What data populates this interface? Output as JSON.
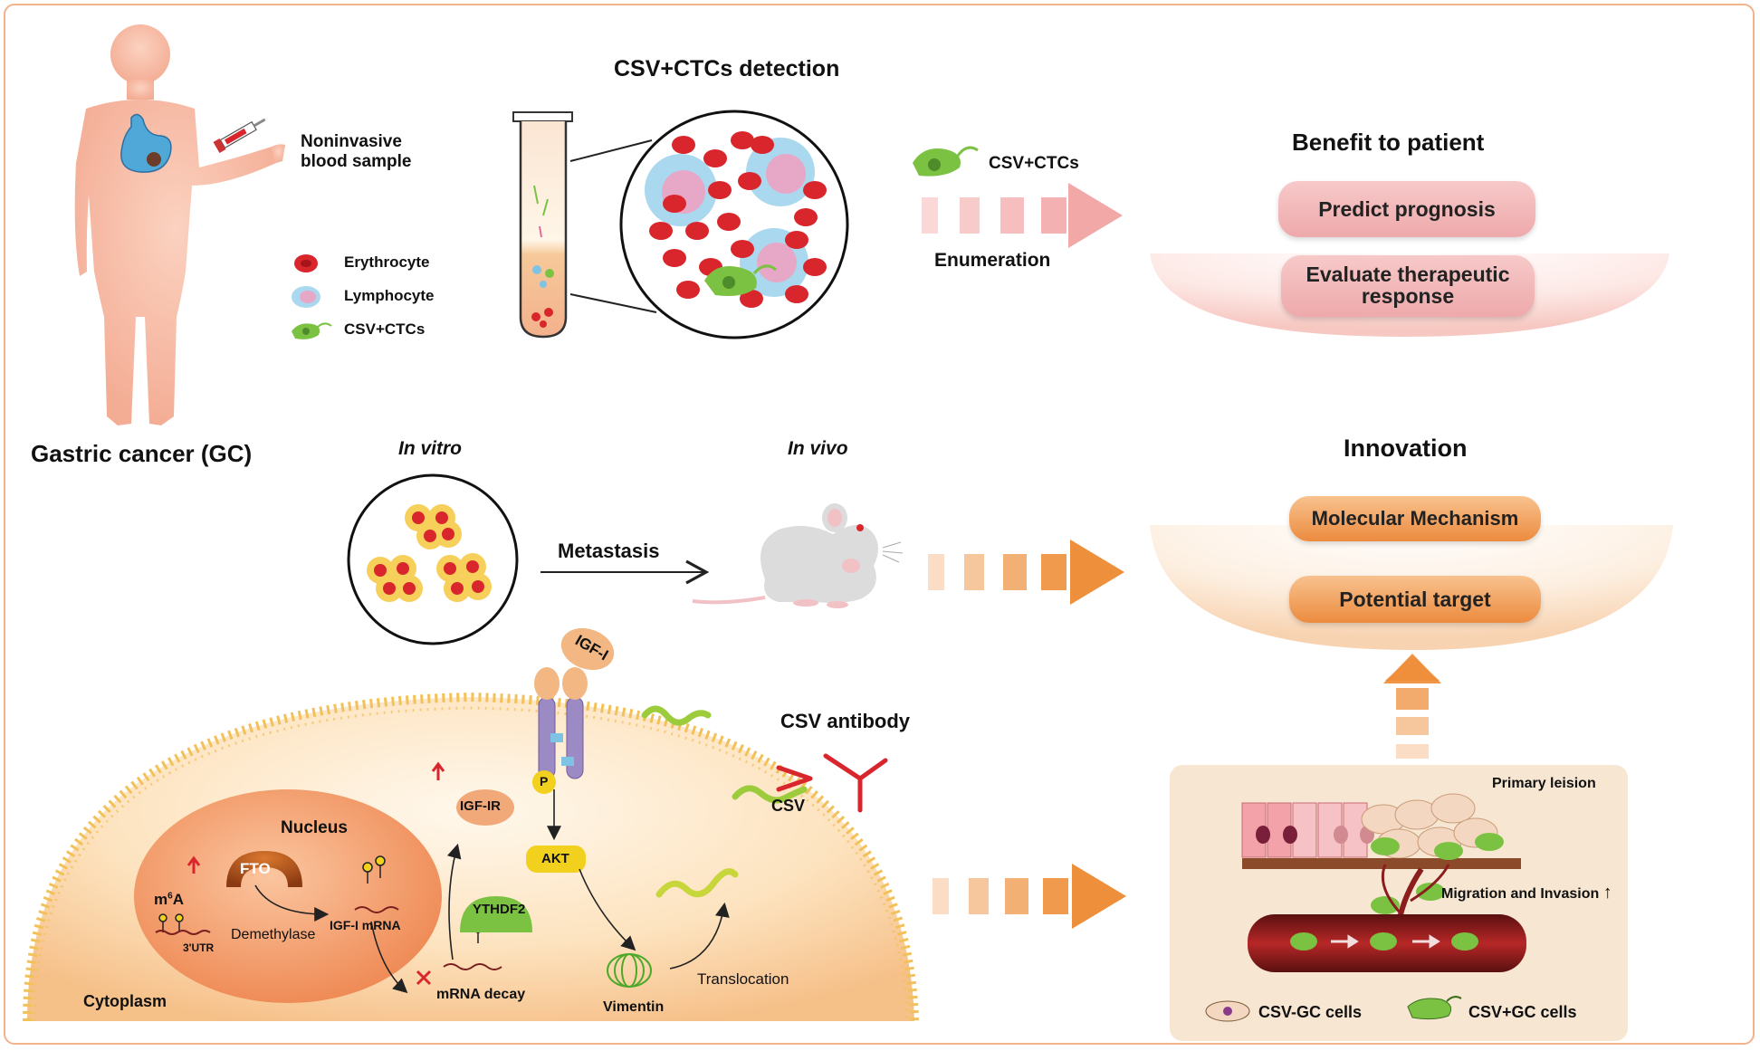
{
  "top": {
    "patient_label": "Gastric cancer (GC)",
    "blood_sample": [
      "Noninvasive",
      "blood sample"
    ],
    "legend": [
      {
        "name": "erythrocyte",
        "label": "Erythrocyte"
      },
      {
        "name": "lymphocyte",
        "label": "Lymphocyte"
      },
      {
        "name": "csv-ctc",
        "label": "CSV+CTCs"
      }
    ],
    "detection_title": "CSV+CTCs detection",
    "ctc_label": "CSV+CTCs",
    "enumeration_label": "Enumeration"
  },
  "benefit": {
    "title": "Benefit to patient",
    "items": [
      "Predict prognosis",
      "Evaluate therapeutic response"
    ]
  },
  "middle": {
    "in_vitro": "In vitro",
    "in_vivo": "In vivo",
    "metastasis": "Metastasis"
  },
  "innovation": {
    "title": "Innovation",
    "items": [
      "Molecular Mechanism",
      "Potential target"
    ]
  },
  "mechanism": {
    "nucleus": "Nucleus",
    "cytoplasm": "Cytoplasm",
    "fto": "FTO",
    "m6a": "m",
    "m6a_sup": "6",
    "m6a_tail": "A",
    "utr": "3'UTR",
    "demethylase": "Demethylase",
    "igf_mrna": "IGF-I mRNA",
    "igf_ir": "IGF-IR",
    "ythdf2": "YTHDF2",
    "mrna_decay": "mRNA decay",
    "igf_i": "IGF-I",
    "phospho": "P",
    "akt": "AKT",
    "vimentin": "Vimentin",
    "translocation": "Translocation",
    "csv_antibody": "CSV antibody",
    "csv": "CSV"
  },
  "primary": {
    "title": "Primary leision",
    "migration": "Migration and Invasion",
    "legend": [
      "CSV-GC cells",
      "CSV+GC cells"
    ]
  },
  "colors": {
    "pink_arrow": "#f3a8a8",
    "orange_arrow": "#ee8f3b",
    "erythrocyte": "#d9262c",
    "lymphocyte": "#7ec3e4",
    "ctc": "#7cc242"
  }
}
